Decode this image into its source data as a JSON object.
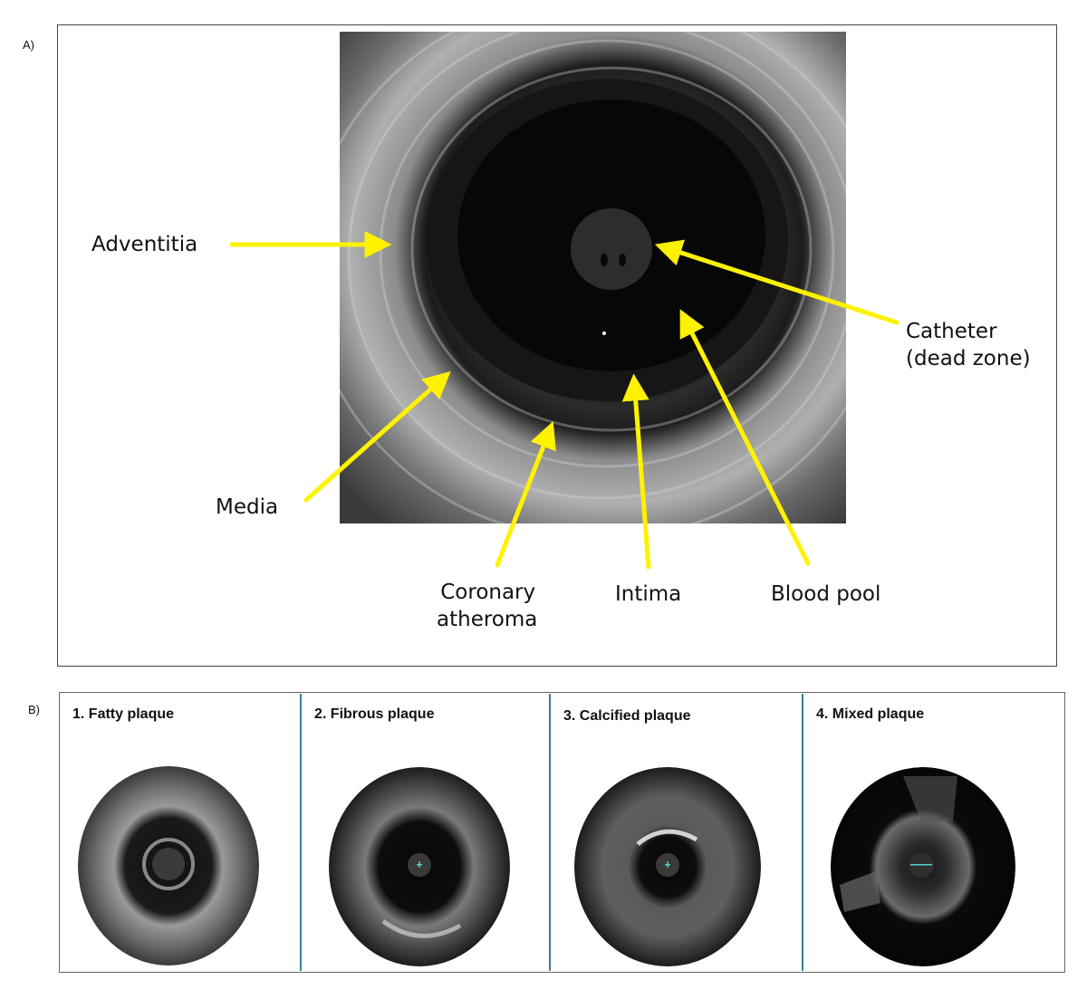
{
  "panel_a": {
    "letter": "A)",
    "labels": {
      "adventitia": "Adventitia",
      "media": "Media",
      "coronary_atheroma_line1": "Coronary",
      "coronary_atheroma_line2": "atheroma",
      "intima": "Intima",
      "blood_pool": "Blood pool",
      "catheter_line1": "Catheter",
      "catheter_line2": "(dead zone)"
    },
    "arrow_color": "#FFF200"
  },
  "panel_b": {
    "letter": "B)",
    "cells": [
      {
        "title": "1. Fatty plaque"
      },
      {
        "title": "2. Fibrous plaque"
      },
      {
        "title": "3. Calcified plaque"
      },
      {
        "title": "4. Mixed plaque"
      }
    ],
    "divider_color": "#3A7FA0"
  }
}
